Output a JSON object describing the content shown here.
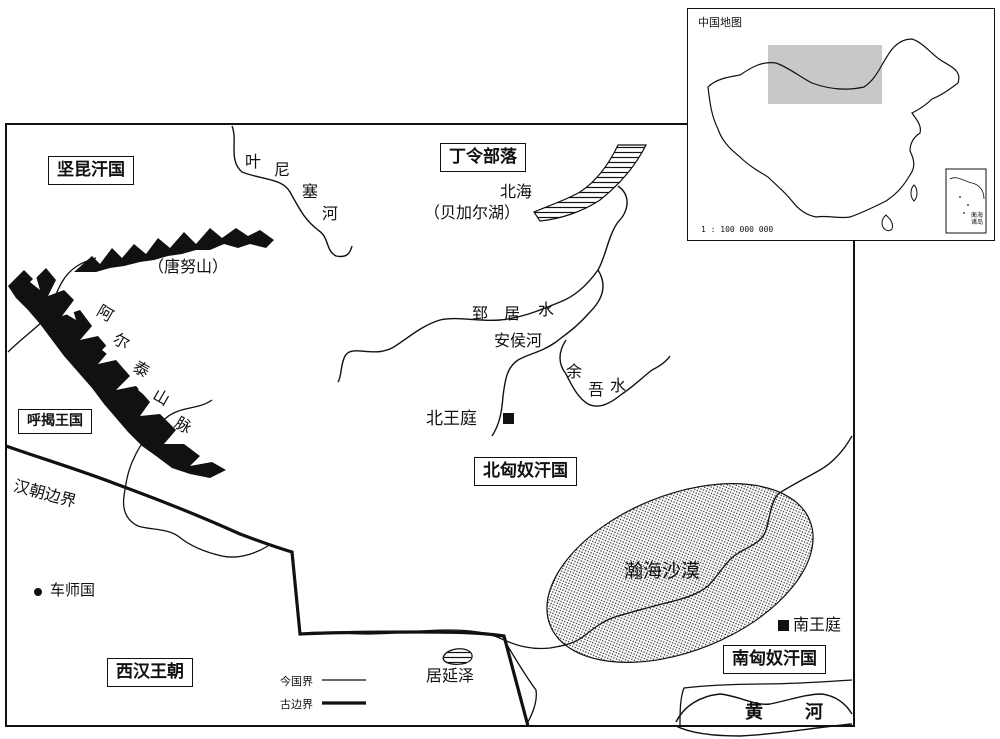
{
  "map": {
    "regions": {
      "jiankun": "坚昆汗国",
      "dingling": "丁令部落",
      "huhe": "呼揭王国",
      "north_xiongnu": "北匈奴汗国",
      "south_xiongnu": "南匈奴汗国",
      "western_han": "西汉王朝"
    },
    "rivers": {
      "yenisei": [
        "叶",
        "尼",
        "塞",
        "河"
      ],
      "zhiju": [
        "郅",
        "居",
        "水"
      ],
      "anhou": "安侯河",
      "yuwu": [
        "余",
        "吾",
        "水"
      ],
      "yellow": [
        "黄",
        "河"
      ]
    },
    "lakes": {
      "beihai_line1": "北海",
      "beihai_line2": "（贝加尔湖）",
      "juyanze": "居延泽"
    },
    "mountains": {
      "tangnu": "（唐努山）",
      "altai": [
        "阿",
        "尔",
        "泰",
        "山",
        "脉"
      ]
    },
    "places": {
      "north_court": "北王庭",
      "south_court": "南王庭",
      "cheshi": "车师国"
    },
    "desert": "瀚海沙漠",
    "han_border_label": "汉朝边界",
    "legend": {
      "modern_border": "今国界",
      "ancient_border": "古边界"
    },
    "inset": {
      "title": "中国地图",
      "scale": "1 : 100 000 000",
      "south_sea": [
        "南",
        "海",
        "诸",
        "岛"
      ]
    }
  }
}
